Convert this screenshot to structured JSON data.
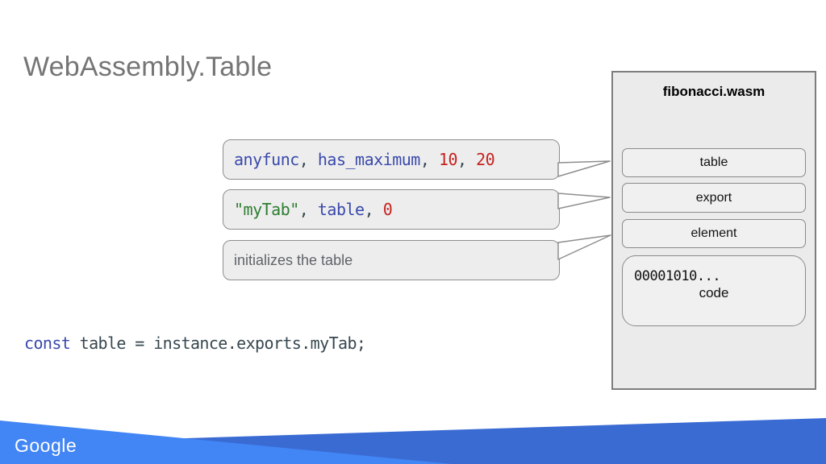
{
  "colors": {
    "kw": "#3949ab",
    "num": "#c5221f",
    "str": "#2e7d32",
    "pl": "#37474f",
    "title_gray": "#757575",
    "callout_fill": "#ededed",
    "panel_fill": "#ebebeb",
    "footer_light_blue": "#4285f4",
    "footer_dark_blue": "#3a6bd3"
  },
  "title": "WebAssembly.Table",
  "callouts": [
    {
      "name": "table-descriptor",
      "tokens": [
        {
          "t": "anyfunc",
          "c": "kw"
        },
        {
          "t": ", ",
          "c": "pl"
        },
        {
          "t": "has_maximum",
          "c": "kw"
        },
        {
          "t": ", ",
          "c": "pl"
        },
        {
          "t": "10",
          "c": "num"
        },
        {
          "t": ", ",
          "c": "pl"
        },
        {
          "t": "20",
          "c": "num"
        }
      ]
    },
    {
      "name": "table-export-entry",
      "tokens": [
        {
          "t": "\"myTab\"",
          "c": "str"
        },
        {
          "t": ", ",
          "c": "pl"
        },
        {
          "t": "table",
          "c": "kw"
        },
        {
          "t": ", ",
          "c": "pl"
        },
        {
          "t": "0",
          "c": "num"
        }
      ]
    },
    {
      "name": "element-note",
      "text": "initializes the table"
    }
  ],
  "code_line": {
    "tokens": [
      {
        "t": "const",
        "c": "kw"
      },
      {
        "t": " table = instance.exports.myTab;",
        "c": "pl"
      }
    ]
  },
  "module_panel": {
    "title": "fibonacci.wasm",
    "sections": [
      "table",
      "export",
      "element"
    ],
    "code_box": {
      "bytes": "00001010...",
      "label": "code"
    }
  },
  "footer": {
    "logo_text": "Google"
  }
}
